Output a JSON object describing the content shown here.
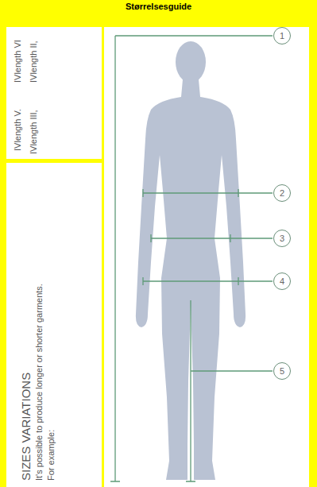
{
  "diagram": {
    "title": "Størrelsesguide",
    "nodes": [
      {
        "text": [
          "SIZES VARIATIONS",
          "It's possible to produce longer or shorter garments.",
          "For example:"
        ]
      },
      {
        "text": [
          "1"
        ]
      },
      {
        "text": [
          "2"
        ]
      },
      {
        "text": [
          "3"
        ]
      },
      {
        "text": [
          "4"
        ]
      },
      {
        "text": [
          "5"
        ]
      }
    ],
    "labels": [
      "IVlength V.",
      "IVlength VI",
      "IVlength III,",
      "IVlength II,"
    ]
  }
}
